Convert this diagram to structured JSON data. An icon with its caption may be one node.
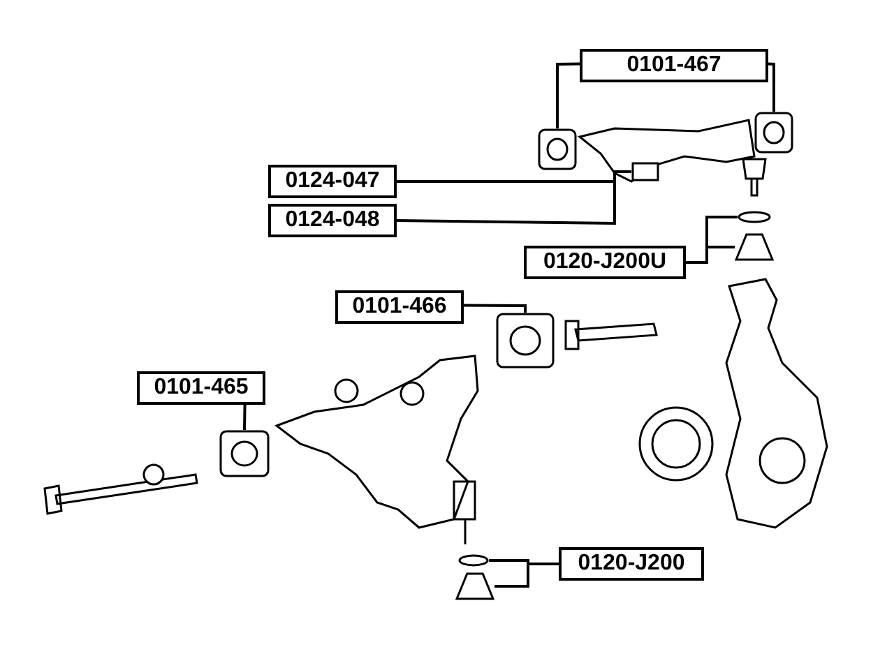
{
  "diagram": {
    "nodes": [
      {
        "text": [
          "0101-467"
        ]
      },
      {
        "text": [
          "0124-047"
        ]
      },
      {
        "text": [
          "0124-048"
        ]
      },
      {
        "text": [
          "0120-J200U"
        ]
      },
      {
        "text": [
          "0101-466"
        ]
      },
      {
        "text": [
          "0101-465"
        ]
      },
      {
        "text": [
          "0120-J200"
        ]
      },
      {
        "text": [],
        "shape": "picture"
      },
      {
        "text": [],
        "shape": "picture"
      },
      {
        "text": [],
        "shape": "box"
      },
      {
        "text": [],
        "shape": "circle"
      },
      {
        "text": [],
        "shape": "picture"
      },
      {
        "text": [],
        "shape": "picture"
      },
      {
        "text": [],
        "shape": "picture"
      },
      {
        "text": [],
        "shape": "circle"
      },
      {
        "text": [],
        "shape": "picture"
      }
    ],
    "edges": [
      {
        "from": 0,
        "to": 7,
        "arrow": "none"
      },
      {
        "from": 0,
        "to": 8,
        "arrow": "none"
      },
      {
        "from": 1,
        "to": 9,
        "arrow": "none"
      },
      {
        "from": 2,
        "to": 9,
        "arrow": "none"
      },
      {
        "from": 3,
        "to": 10,
        "arrow": "none"
      },
      {
        "from": 3,
        "to": 11,
        "arrow": "none"
      },
      {
        "from": 4,
        "to": 12,
        "arrow": "none"
      },
      {
        "from": 5,
        "to": 13,
        "arrow": "none"
      },
      {
        "from": 6,
        "to": 14,
        "arrow": "none"
      },
      {
        "from": 6,
        "to": 15,
        "arrow": "none"
      }
    ]
  }
}
